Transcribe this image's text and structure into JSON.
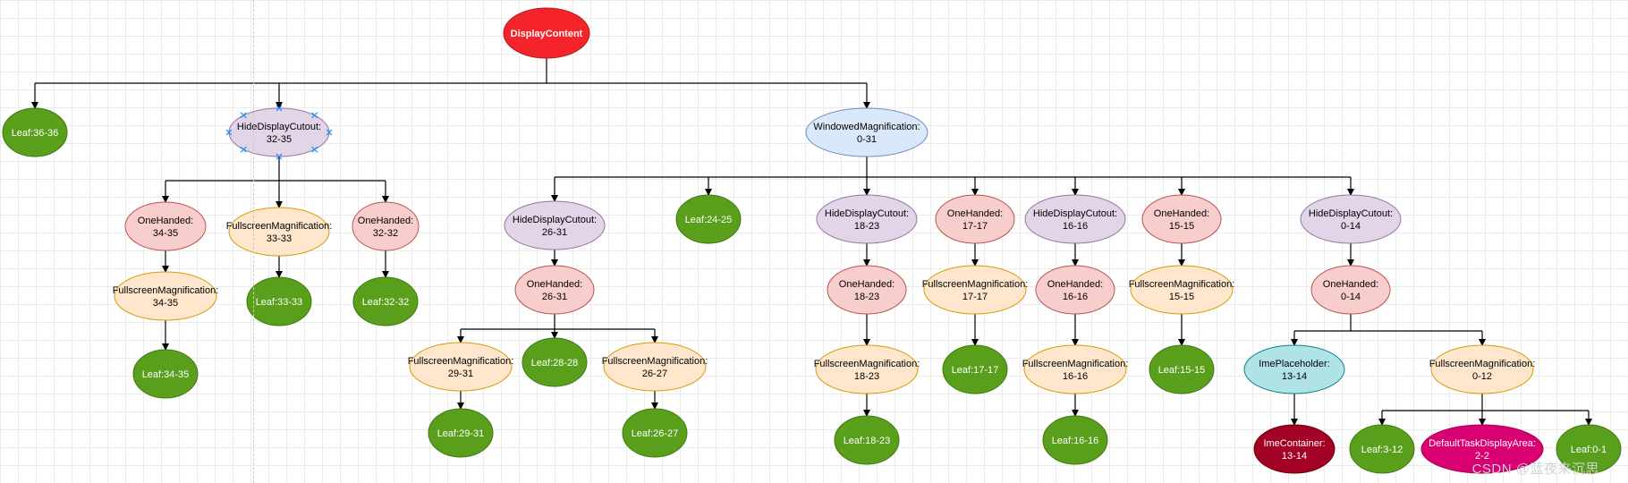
{
  "nodes": [
    {
      "id": "root",
      "lines": [
        "DisplayContent"
      ],
      "style": "red"
    },
    {
      "id": "leaf3636",
      "lines": [
        "Leaf:36-36"
      ],
      "style": "green"
    },
    {
      "id": "hdc3235",
      "lines": [
        "HideDisplayCutout:",
        "32-35"
      ],
      "style": "purple"
    },
    {
      "id": "wm031",
      "lines": [
        "WindowedMagnification:",
        "0-31"
      ],
      "style": "blue"
    },
    {
      "id": "oh3435",
      "lines": [
        "OneHanded:",
        "34-35"
      ],
      "style": "pink"
    },
    {
      "id": "fm3333",
      "lines": [
        "FullscreenMagnification:",
        "33-33"
      ],
      "style": "peach"
    },
    {
      "id": "oh3232",
      "lines": [
        "OneHanded:",
        "32-32"
      ],
      "style": "pink"
    },
    {
      "id": "fm3435",
      "lines": [
        "FullscreenMagnification:",
        "34-35"
      ],
      "style": "peach"
    },
    {
      "id": "leaf3333",
      "lines": [
        "Leaf:33-33"
      ],
      "style": "green"
    },
    {
      "id": "leaf3232",
      "lines": [
        "Leaf:32-32"
      ],
      "style": "green"
    },
    {
      "id": "leaf3435",
      "lines": [
        "Leaf:34-35"
      ],
      "style": "green"
    },
    {
      "id": "hdc2631",
      "lines": [
        "HideDisplayCutout:",
        "26-31"
      ],
      "style": "purple"
    },
    {
      "id": "leaf2425",
      "lines": [
        "Leaf:24-25"
      ],
      "style": "green"
    },
    {
      "id": "hdc1823",
      "lines": [
        "HideDisplayCutout:",
        "18-23"
      ],
      "style": "purple"
    },
    {
      "id": "oh1717",
      "lines": [
        "OneHanded:",
        "17-17"
      ],
      "style": "pink"
    },
    {
      "id": "hdc1616",
      "lines": [
        "HideDisplayCutout:",
        "16-16"
      ],
      "style": "purple"
    },
    {
      "id": "oh1515",
      "lines": [
        "OneHanded:",
        "15-15"
      ],
      "style": "pink"
    },
    {
      "id": "hdc014",
      "lines": [
        "HideDisplayCutout:",
        "0-14"
      ],
      "style": "purple"
    },
    {
      "id": "oh2631",
      "lines": [
        "OneHanded:",
        "26-31"
      ],
      "style": "pink"
    },
    {
      "id": "fm2931",
      "lines": [
        "FullscreenMagnification:",
        "29-31"
      ],
      "style": "peach"
    },
    {
      "id": "leaf2828",
      "lines": [
        "Leaf:28-28"
      ],
      "style": "green"
    },
    {
      "id": "fm2627",
      "lines": [
        "FullscreenMagnification:",
        "26-27"
      ],
      "style": "peach"
    },
    {
      "id": "leaf2931",
      "lines": [
        "Leaf:29-31"
      ],
      "style": "green"
    },
    {
      "id": "leaf2627",
      "lines": [
        "Leaf:26-27"
      ],
      "style": "green"
    },
    {
      "id": "oh1823",
      "lines": [
        "OneHanded:",
        "18-23"
      ],
      "style": "pink"
    },
    {
      "id": "fm1823",
      "lines": [
        "FullscreenMagnification:",
        "18-23"
      ],
      "style": "peach"
    },
    {
      "id": "leaf1823",
      "lines": [
        "Leaf:18-23"
      ],
      "style": "green"
    },
    {
      "id": "fm1717",
      "lines": [
        "FullscreenMagnification:",
        "17-17"
      ],
      "style": "peach"
    },
    {
      "id": "leaf1717",
      "lines": [
        "Leaf:17-17"
      ],
      "style": "green"
    },
    {
      "id": "oh1616",
      "lines": [
        "OneHanded:",
        "16-16"
      ],
      "style": "pink"
    },
    {
      "id": "fm1616",
      "lines": [
        "FullscreenMagnification:",
        "16-16"
      ],
      "style": "peach"
    },
    {
      "id": "leaf1616",
      "lines": [
        "Leaf:16-16"
      ],
      "style": "green"
    },
    {
      "id": "fm1515",
      "lines": [
        "FullscreenMagnification:",
        "15-15"
      ],
      "style": "peach"
    },
    {
      "id": "leaf1515",
      "lines": [
        "Leaf:15-15"
      ],
      "style": "green"
    },
    {
      "id": "oh014",
      "lines": [
        "OneHanded:",
        "0-14"
      ],
      "style": "pink"
    },
    {
      "id": "ime1314",
      "lines": [
        "ImePlaceholder:",
        "13-14"
      ],
      "style": "cyan"
    },
    {
      "id": "fm012",
      "lines": [
        "FullscreenMagnification:",
        "0-12"
      ],
      "style": "peach"
    },
    {
      "id": "imec1314",
      "lines": [
        "ImeContainer:",
        "13-14"
      ],
      "style": "crimson"
    },
    {
      "id": "leaf312",
      "lines": [
        "Leaf:3-12"
      ],
      "style": "green"
    },
    {
      "id": "tda22",
      "lines": [
        "DefaultTaskDisplayArea:",
        "2-2"
      ],
      "style": "magenta"
    },
    {
      "id": "leaf01",
      "lines": [
        "Leaf:0-1"
      ],
      "style": "green"
    }
  ],
  "edges": [
    {
      "from": "root",
      "children": [
        "leaf3636",
        "hdc3235",
        "wm031"
      ]
    },
    {
      "from": "hdc3235",
      "children": [
        "oh3435",
        "fm3333",
        "oh3232"
      ]
    },
    {
      "from": "oh3435",
      "children": [
        "fm3435"
      ]
    },
    {
      "from": "fm3435",
      "children": [
        "leaf3435"
      ]
    },
    {
      "from": "fm3333",
      "children": [
        "leaf3333"
      ]
    },
    {
      "from": "oh3232",
      "children": [
        "leaf3232"
      ]
    },
    {
      "from": "wm031",
      "children": [
        "hdc2631",
        "leaf2425",
        "hdc1823",
        "oh1717",
        "hdc1616",
        "oh1515",
        "hdc014"
      ]
    },
    {
      "from": "hdc2631",
      "children": [
        "oh2631"
      ]
    },
    {
      "from": "oh2631",
      "children": [
        "fm2931",
        "leaf2828",
        "fm2627"
      ]
    },
    {
      "from": "fm2931",
      "children": [
        "leaf2931"
      ]
    },
    {
      "from": "fm2627",
      "children": [
        "leaf2627"
      ]
    },
    {
      "from": "hdc1823",
      "children": [
        "oh1823"
      ]
    },
    {
      "from": "oh1823",
      "children": [
        "fm1823"
      ]
    },
    {
      "from": "fm1823",
      "children": [
        "leaf1823"
      ]
    },
    {
      "from": "oh1717",
      "children": [
        "fm1717"
      ]
    },
    {
      "from": "fm1717",
      "children": [
        "leaf1717"
      ]
    },
    {
      "from": "hdc1616",
      "children": [
        "oh1616"
      ]
    },
    {
      "from": "oh1616",
      "children": [
        "fm1616"
      ]
    },
    {
      "from": "fm1616",
      "children": [
        "leaf1616"
      ]
    },
    {
      "from": "oh1515",
      "children": [
        "fm1515"
      ]
    },
    {
      "from": "fm1515",
      "children": [
        "leaf1515"
      ]
    },
    {
      "from": "hdc014",
      "children": [
        "oh014"
      ]
    },
    {
      "from": "oh014",
      "children": [
        "ime1314",
        "fm012"
      ]
    },
    {
      "from": "ime1314",
      "children": [
        "imec1314"
      ]
    },
    {
      "from": "fm012",
      "children": [
        "leaf312",
        "tda22",
        "leaf01"
      ]
    }
  ],
  "styles": {
    "red": {
      "fill": "#f5242a",
      "stroke": "#b01a1a",
      "text": "#ffffff",
      "bold": true
    },
    "green": {
      "fill": "#5a9f1c",
      "stroke": "#3d7a10",
      "text": "#ffffff"
    },
    "purple": {
      "fill": "#e1d5e7",
      "stroke": "#9673a6",
      "text": "#000000"
    },
    "blue": {
      "fill": "#dae8fc",
      "stroke": "#6c8ebf",
      "text": "#000000"
    },
    "pink": {
      "fill": "#f8cecc",
      "stroke": "#b85450",
      "text": "#000000"
    },
    "peach": {
      "fill": "#ffe6cc",
      "stroke": "#d79b00",
      "text": "#000000"
    },
    "cyan": {
      "fill": "#b0e3e6",
      "stroke": "#0e8088",
      "text": "#000000"
    },
    "crimson": {
      "fill": "#a20025",
      "stroke": "#6f0000",
      "text": "#ffffff"
    },
    "magenta": {
      "fill": "#d80073",
      "stroke": "#a50040",
      "text": "#ffffff"
    }
  },
  "selected_node": "hdc3235",
  "watermark": "CSDN @蓝夜来沉思"
}
